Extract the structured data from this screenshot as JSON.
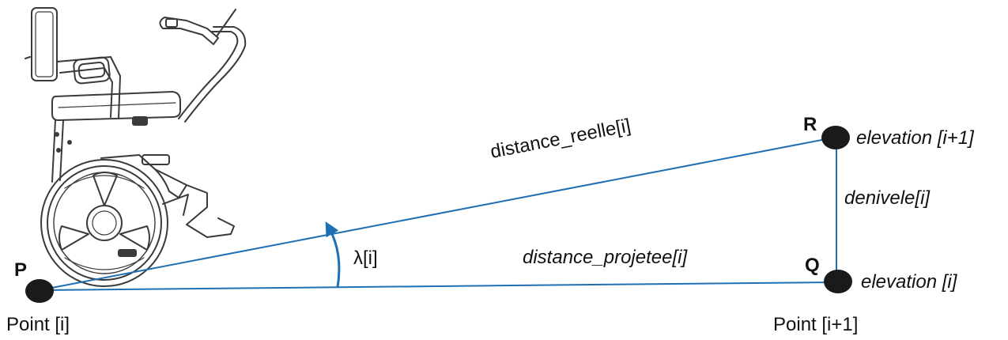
{
  "points": {
    "P": {
      "letter": "P",
      "caption": "Point [i]"
    },
    "Q": {
      "letter": "Q",
      "caption": "Point [i+1]",
      "elevation": "elevation [i]"
    },
    "R": {
      "letter": "R",
      "elevation": "elevation [i+1]"
    }
  },
  "segments": {
    "hypotenuse": "distance_reelle[i]",
    "base": "distance_projetee[i]",
    "vertical": "denivele[i]"
  },
  "angle": "λ[i]",
  "colors": {
    "line": "#1f6fb2",
    "point": "#1a1a1a",
    "text": "#111111",
    "drawing": "#3a3a3a"
  },
  "illustration": "wheelchair-drawing"
}
